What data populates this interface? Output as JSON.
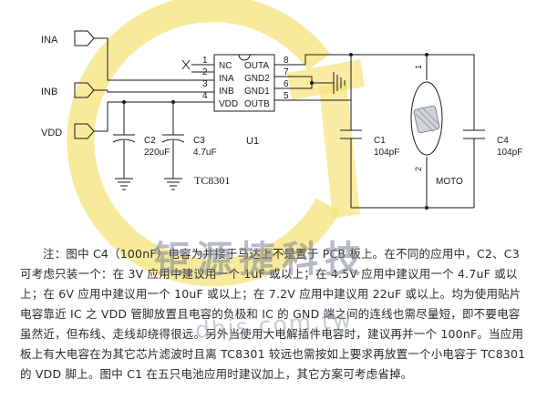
{
  "schematic": {
    "ports": {
      "ina": "INA",
      "inb": "INB",
      "vdd": "VDD"
    },
    "ic": {
      "ref": "U1",
      "part": "TC8301",
      "pins_left": [
        {
          "num": "1",
          "name": "NC"
        },
        {
          "num": "2",
          "name": "INA"
        },
        {
          "num": "3",
          "name": "INB"
        },
        {
          "num": "4",
          "name": "VDD"
        }
      ],
      "pins_right": [
        {
          "num": "8",
          "name": "OUTA"
        },
        {
          "num": "7",
          "name": "GND2"
        },
        {
          "num": "6",
          "name": "GND1"
        },
        {
          "num": "5",
          "name": "OUTB"
        }
      ]
    },
    "capacitors": {
      "c2": {
        "ref": "C2",
        "value": "220uF"
      },
      "c3": {
        "ref": "C3",
        "value": "4.7uF"
      },
      "c1": {
        "ref": "C1",
        "value": "104pF"
      },
      "c4": {
        "ref": "C4",
        "value": "104pF"
      }
    },
    "motor": {
      "label": "MOTO",
      "pin1": "1",
      "pin2": "2"
    }
  },
  "note": {
    "text": "注：图中 C4（100nF）电容为并接于马达上不是置于 PCB 板上。在不同的应用中，C2、C3 可考虑只装一个：在 3V 应用中建议用一个 1uF 或以上；在 4.5V 应用中建议用一个 4.7uF 或以上；在 6V 应用中建议用一个 10uF 或以上；在 7.2V 应用中建议用 22uF 或以上。均为使用贴片电容靠近 IC 之 VDD 管脚放置且电容的负极和 IC 的 GND 端之间的连线也需尽量短，即不要电容虽然近，但布线、走线却绕得很远。另外当使用大电解插件电容时，建议再并一个 100nF。当应用板上有大电容在为其它芯片滤波时且离 TC8301 较远也需按如上要求再放置一个小电容于 TC8301 的 VDD 脚上。图中 C1 在五只电池应用时建议加上，其它方案可考虑省掉。"
  },
  "watermark": {
    "company": "钜源捷科技",
    "url": "dhjs.com.tw"
  },
  "colors": {
    "line": "#1a1a1a",
    "logo_yellow": "#f6e37a",
    "watermark": "#7d8595"
  }
}
